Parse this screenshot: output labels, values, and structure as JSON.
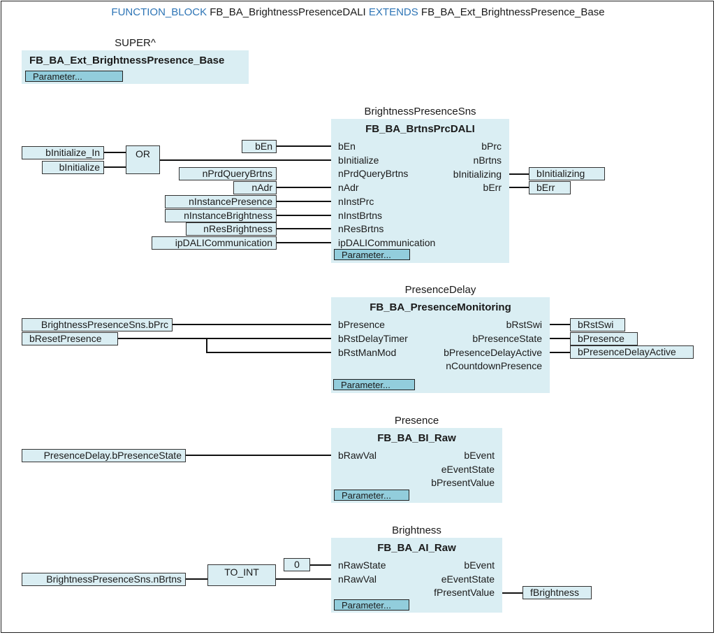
{
  "header": {
    "kw_function_block": "FUNCTION_BLOCK",
    "block_name": "FB_BA_BrightnessPresenceDALI",
    "kw_extends": "EXTENDS",
    "base_name": "FB_BA_Ext_BrightnessPresence_Base"
  },
  "super_block": {
    "instance": "SUPER^",
    "type": "FB_BA_Ext_BrightnessPresence_Base",
    "param_label": "Parameter..."
  },
  "sns": {
    "instance": "BrightnessPresenceSns",
    "type": "FB_BA_BrtnsPrcDALI",
    "inputs": [
      "bEn",
      "bInitialize",
      "nPrdQueryBrtns",
      "nAdr",
      "nInstPrc",
      "nInstBrtns",
      "nResBrtns",
      "ipDALICommunication"
    ],
    "outputs": [
      "bPrc",
      "nBrtns",
      "bInitializing",
      "bErr"
    ],
    "param_label": "Parameter...",
    "in_vars": [
      "bEn",
      "nPrdQueryBrtns",
      "nAdr",
      "nInstancePresence",
      "nInstanceBrightness",
      "nResBrightness",
      "ipDALICommunication"
    ],
    "or_inputs": [
      "bInitialize_In",
      "bInitialize"
    ],
    "or_label": "OR",
    "out_vars": [
      "bInitializing",
      "bErr"
    ]
  },
  "delay": {
    "instance": "PresenceDelay",
    "type": "FB_BA_PresenceMonitoring",
    "inputs": [
      "bPresence",
      "bRstDelayTimer",
      "bRstManMod"
    ],
    "outputs": [
      "bRstSwi",
      "bPresenceState",
      "bPresenceDelayActive",
      "nCountdownPresence"
    ],
    "param_label": "Parameter...",
    "in_vars": [
      "BrightnessPresenceSns.bPrc",
      "bResetPresence"
    ],
    "out_vars": [
      "bRstSwi",
      "bPresence",
      "bPresenceDelayActive"
    ]
  },
  "presence": {
    "instance": "Presence",
    "type": "FB_BA_BI_Raw",
    "inputs": [
      "bRawVal"
    ],
    "outputs": [
      "bEvent",
      "eEventState",
      "bPresentValue"
    ],
    "param_label": "Parameter...",
    "in_vars": [
      "PresenceDelay.bPresenceState"
    ]
  },
  "brightness": {
    "instance": "Brightness",
    "type": "FB_BA_AI_Raw",
    "inputs": [
      "nRawState",
      "nRawVal"
    ],
    "outputs": [
      "bEvent",
      "eEventState",
      "fPresentValue"
    ],
    "param_label": "Parameter...",
    "const_value": "0",
    "conv_label": "TO_INT",
    "in_vars": [
      "BrightnessPresenceSns.nBrtns"
    ],
    "out_vars": [
      "fBrightness"
    ]
  }
}
